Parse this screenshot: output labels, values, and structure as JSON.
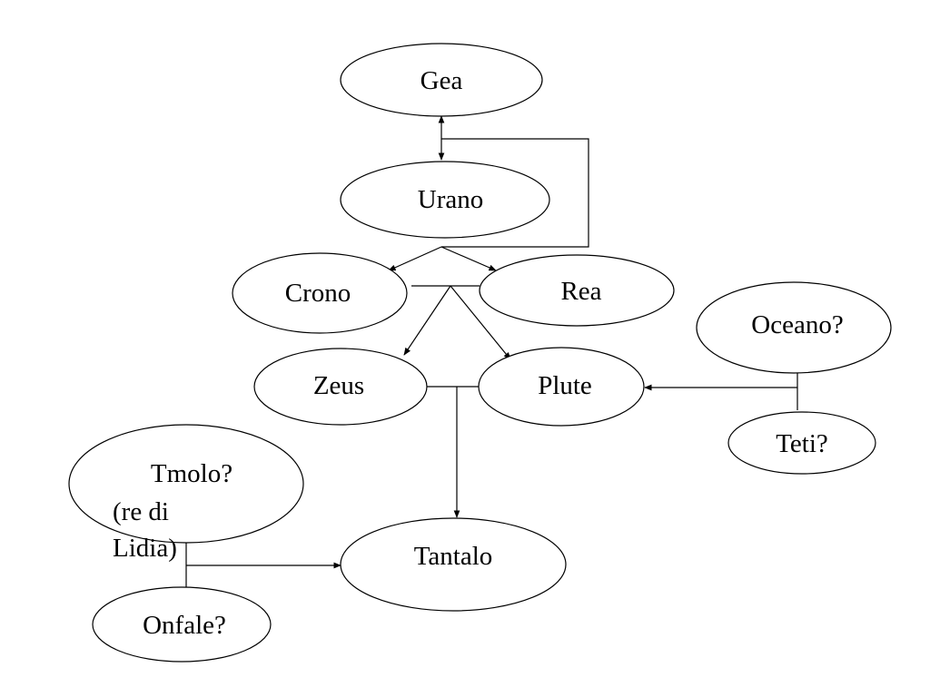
{
  "diagram": {
    "nodes": {
      "gea": "Gea",
      "urano": "Urano",
      "crono": "Crono",
      "rea": "Rea",
      "oceano": "Oceano?",
      "zeus": "Zeus",
      "plute": "Plute",
      "teti": "Teti?",
      "tmolo": "Tmolo?",
      "tmolo_note_line1": "(re di",
      "tmolo_note_line2": "Lidia)",
      "tantalo": "Tantalo",
      "onfale": "Onfale?"
    }
  }
}
